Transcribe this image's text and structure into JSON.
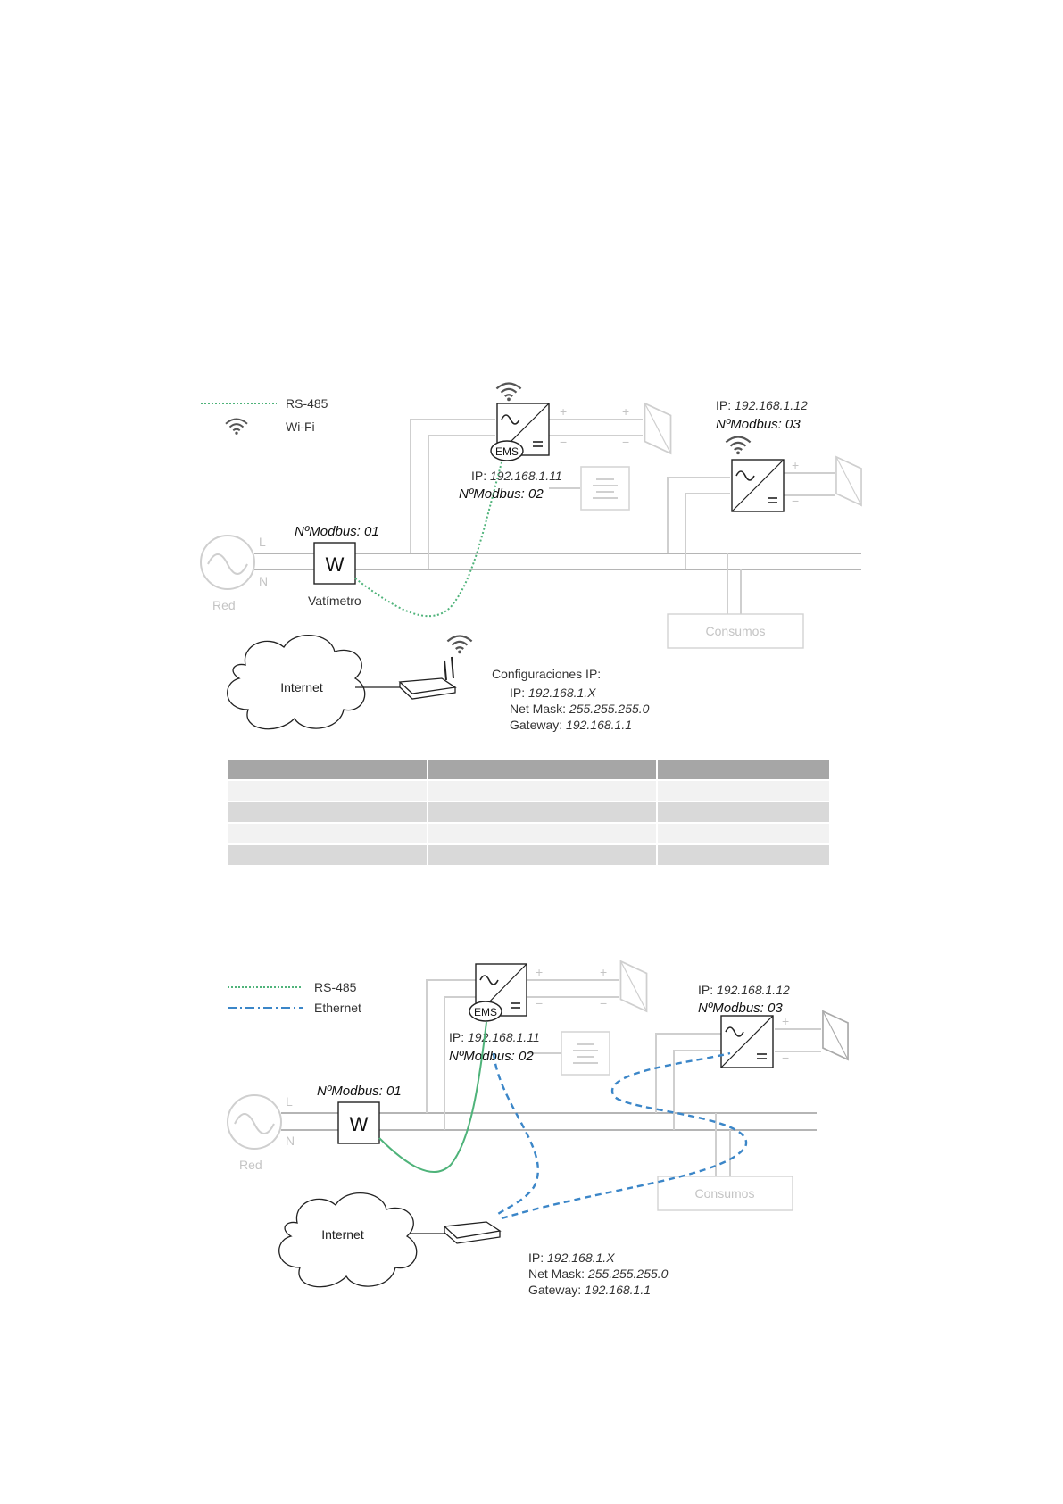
{
  "diagram1": {
    "legend": {
      "rs485": "RS-485",
      "wifi": "Wi-Fi"
    },
    "inverter1": {
      "label": "EMS",
      "ip_prefix": "IP: ",
      "ip": "192.168.1.11",
      "modbus": "NºModbus: 02"
    },
    "inverter2": {
      "ip_prefix": "IP: ",
      "ip": "192.168.1.12",
      "modbus": "NºModbus: 03"
    },
    "meter": {
      "modbus": "NºModbus: 01",
      "symbol": "W",
      "name": "Vatímetro"
    },
    "grid": {
      "label": "Red",
      "l": "L",
      "n": "N"
    },
    "consumos": "Consumos",
    "internet": "Internet",
    "ipconfig": {
      "title": "Configuraciones IP:",
      "ip_prefix": "IP: ",
      "ip": "192.168.1.X",
      "mask_prefix": "Net Mask: ",
      "mask": "255.255.255.0",
      "gw_prefix": "Gateway: ",
      "gw": "192.168.1.1"
    }
  },
  "table": {
    "rows": 5,
    "cols": 3
  },
  "diagram2": {
    "legend": {
      "rs485": "RS-485",
      "ethernet": "Ethernet"
    },
    "inverter1": {
      "label": "EMS",
      "ip_prefix": "IP: ",
      "ip": "192.168.1.11",
      "modbus": "NºModbus: 02"
    },
    "inverter2": {
      "ip_prefix": "IP: ",
      "ip": "192.168.1.12",
      "modbus": "NºModbus: 03"
    },
    "meter": {
      "modbus": "NºModbus: 01",
      "symbol": "W"
    },
    "grid": {
      "label": "Red",
      "l": "L",
      "n": "N"
    },
    "consumos": "Consumos",
    "internet": "Internet",
    "ipconfig": {
      "ip_prefix": "IP: ",
      "ip": "192.168.1.X",
      "mask_prefix": "Net Mask: ",
      "mask": "255.255.255.0",
      "gw_prefix": "Gateway: ",
      "gw": "192.168.1.1"
    }
  }
}
